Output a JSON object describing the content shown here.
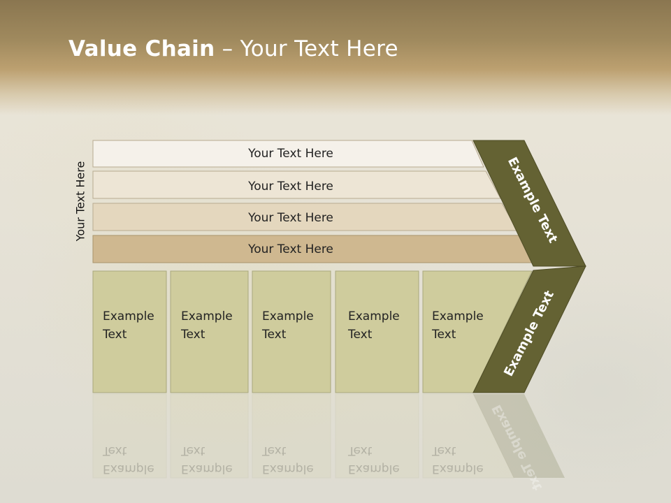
{
  "slide": {
    "title_bold": "Value Chain",
    "title_rest": " – Your Text Here",
    "side_label": "Your Text Here"
  },
  "bars": [
    {
      "label": "Your Text Here",
      "color": "#f5f1ea"
    },
    {
      "label": "Your Text Here",
      "color": "#ede5d5"
    },
    {
      "label": "Your Text Here",
      "color": "#e4d7be"
    },
    {
      "label": "Your Text Here",
      "color": "#cfb890"
    }
  ],
  "boxes": [
    {
      "line1": "Example",
      "line2": "Text"
    },
    {
      "line1": "Example",
      "line2": "Text"
    },
    {
      "line1": "Example",
      "line2": "Text"
    },
    {
      "line1": "Example",
      "line2": "Text"
    },
    {
      "line1": "Example",
      "line2": "Text"
    }
  ],
  "chevron": {
    "upper_label": "Example Text",
    "lower_label": "Example Text",
    "color": "#646233"
  },
  "colors": {
    "box_fill": "#cfcc9d",
    "box_border": "#a9a87d"
  }
}
